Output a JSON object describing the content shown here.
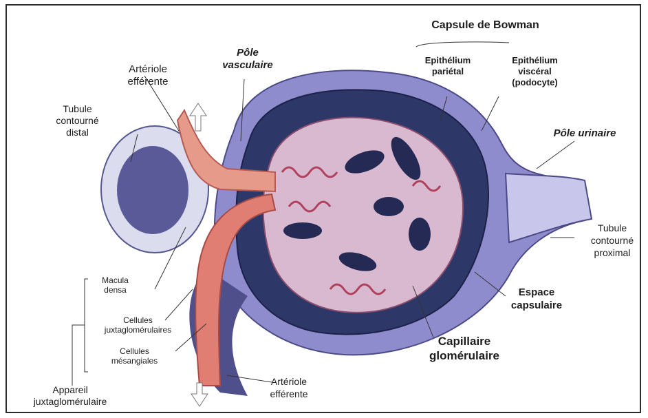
{
  "colors": {
    "capsule_outer": "#8a86c4",
    "capsule_dark": "#2c3568",
    "capillary": "#c86a80",
    "artery": "#e08a7a",
    "tubule": "#d9d7ee",
    "frame": "#2b2b2b"
  },
  "labels": {
    "capsule_bowman": "Capsule de Bowman",
    "epithelium_parietal": [
      "Epithélium",
      "pariétal"
    ],
    "epithelium_visceral": [
      "Epithélium",
      "viscéral",
      "(podocyte)"
    ],
    "pole_vasculaire": [
      "Pôle",
      "vasculaire"
    ],
    "arteriole_efferente_top": [
      "Artériole",
      "efférente"
    ],
    "tubule_distal": [
      "Tubule",
      "contourné",
      "distal"
    ],
    "pole_urinaire": "Pôle urinaire",
    "tubule_proximal": [
      "Tubule",
      "contourné",
      "proximal"
    ],
    "espace_capsulaire": [
      "Espace",
      "capsulaire"
    ],
    "capillaire_glomerulaire": [
      "Capillaire",
      "glomérulaire"
    ],
    "macula_densa": [
      "Macula",
      "densa"
    ],
    "cellules_juxta": [
      "Cellules",
      "juxtaglomérulaires"
    ],
    "cellules_mesangiales": [
      "Cellules",
      "mésangiales"
    ],
    "appareil_juxta": [
      "Appareil",
      "juxtaglomérulaire"
    ],
    "arteriole_efferente_bottom": [
      "Artériole",
      "efférente"
    ]
  }
}
